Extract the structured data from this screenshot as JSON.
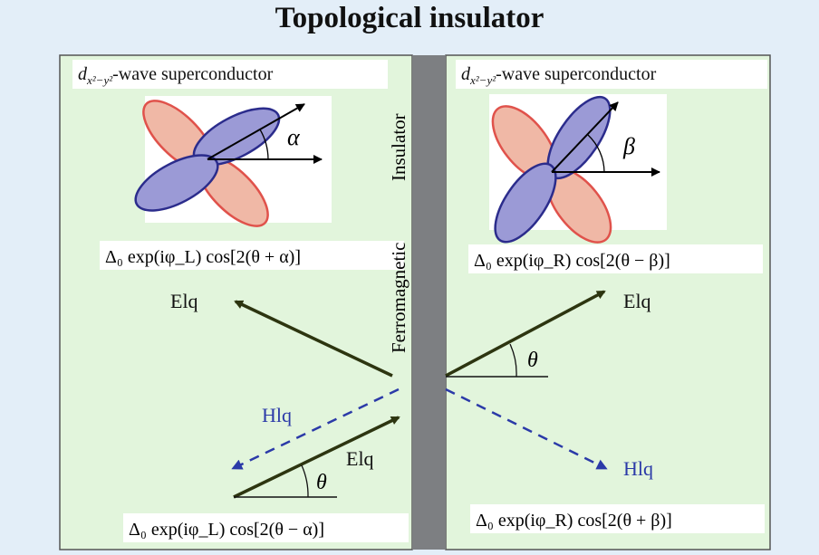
{
  "title": "Topological insulator",
  "left_panel": {
    "label": "d_{x²−y²}-wave superconductor",
    "label_main": "d",
    "label_sub": "x²−y²",
    "label_rest": "-wave superconductor",
    "angle_symbol": "α",
    "top_formula": "Δ₀ exp(iφ_L) cos[2(θ + α)]",
    "bottom_formula": "Δ₀ exp(iφ_L) cos[2(θ − α)]",
    "elq_top": "Elq",
    "elq_bottom": "Elq",
    "hlq": "Hlq",
    "theta": "θ"
  },
  "right_panel": {
    "label_main": "d",
    "label_sub": "x²−y²",
    "label_rest": "-wave superconductor",
    "angle_symbol": "β",
    "top_formula": "Δ₀ exp(iφ_R) cos[2(θ − β)]",
    "bottom_formula": "Δ₀ exp(iφ_R) cos[2(θ + β)]",
    "elq": "Elq",
    "hlq": "Hlq",
    "theta": "θ"
  },
  "barrier": {
    "label_top": "Insulator",
    "label_bottom": "Ferromagnetic"
  },
  "colors": {
    "background": "#e3eef8",
    "panel": "#e2f5dc",
    "barrier": "#7d7f82",
    "electron_arrow": "#2d3510",
    "hole_arrow": "#2b3aa8",
    "lobe_red": "#f0b8a6",
    "lobe_red_stroke": "#e0524b",
    "lobe_blue": "#9b9ad6",
    "lobe_blue_stroke": "#2b2c8c"
  }
}
